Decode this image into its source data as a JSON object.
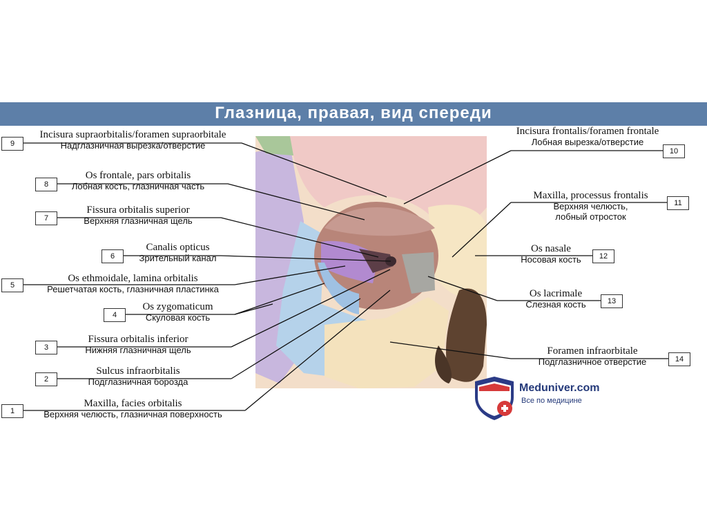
{
  "title": "Глазница, правая, вид спереди",
  "labels": [
    {
      "num": "9",
      "latin": "Incisura supraorbitalis/foramen supraorbitale",
      "russian": "Надглазничная вырезка/отверстие"
    },
    {
      "num": "8",
      "latin": "Os frontale, pars orbitalis",
      "russian": "Лобная кость, глазничная часть"
    },
    {
      "num": "7",
      "latin": "Fissura orbitalis superior",
      "russian": "Верхняя глазничная щель"
    },
    {
      "num": "6",
      "latin": "Canalis opticus",
      "russian": "Зрительный канал"
    },
    {
      "num": "5",
      "latin": "Os ethmoidale, lamina orbitalis",
      "russian": "Решетчатая кость, глазничная пластинка"
    },
    {
      "num": "4",
      "latin": "Os zygomaticum",
      "russian": "Скуловая кость"
    },
    {
      "num": "3",
      "latin": "Fissura orbitalis inferior",
      "russian": "Нижняя глазничная щель"
    },
    {
      "num": "2",
      "latin": "Sulcus infraorbitalis",
      "russian": "Подглазничная борозда"
    },
    {
      "num": "1",
      "latin": "Maxilla, facies orbitalis",
      "russian": "Верхняя челюсть, глазничная поверхность"
    },
    {
      "num": "10",
      "latin": "Incisura frontalis/foramen frontale",
      "russian": "Лобная вырезка/отверстие"
    },
    {
      "num": "11",
      "latin": "Maxilla, processus frontalis",
      "russian": "Верхняя челюсть, лобный отросток"
    },
    {
      "num": "12",
      "latin": "Os nasale",
      "russian": "Носовая кость"
    },
    {
      "num": "13",
      "latin": "Os lacrimale",
      "russian": "Слезная кость"
    },
    {
      "num": "14",
      "latin": "Foramen infraorbitale",
      "russian": "Подглазничное отверстие"
    }
  ],
  "logo": {
    "name": "Meduniver.com",
    "tagline": "Все по медицине"
  }
}
